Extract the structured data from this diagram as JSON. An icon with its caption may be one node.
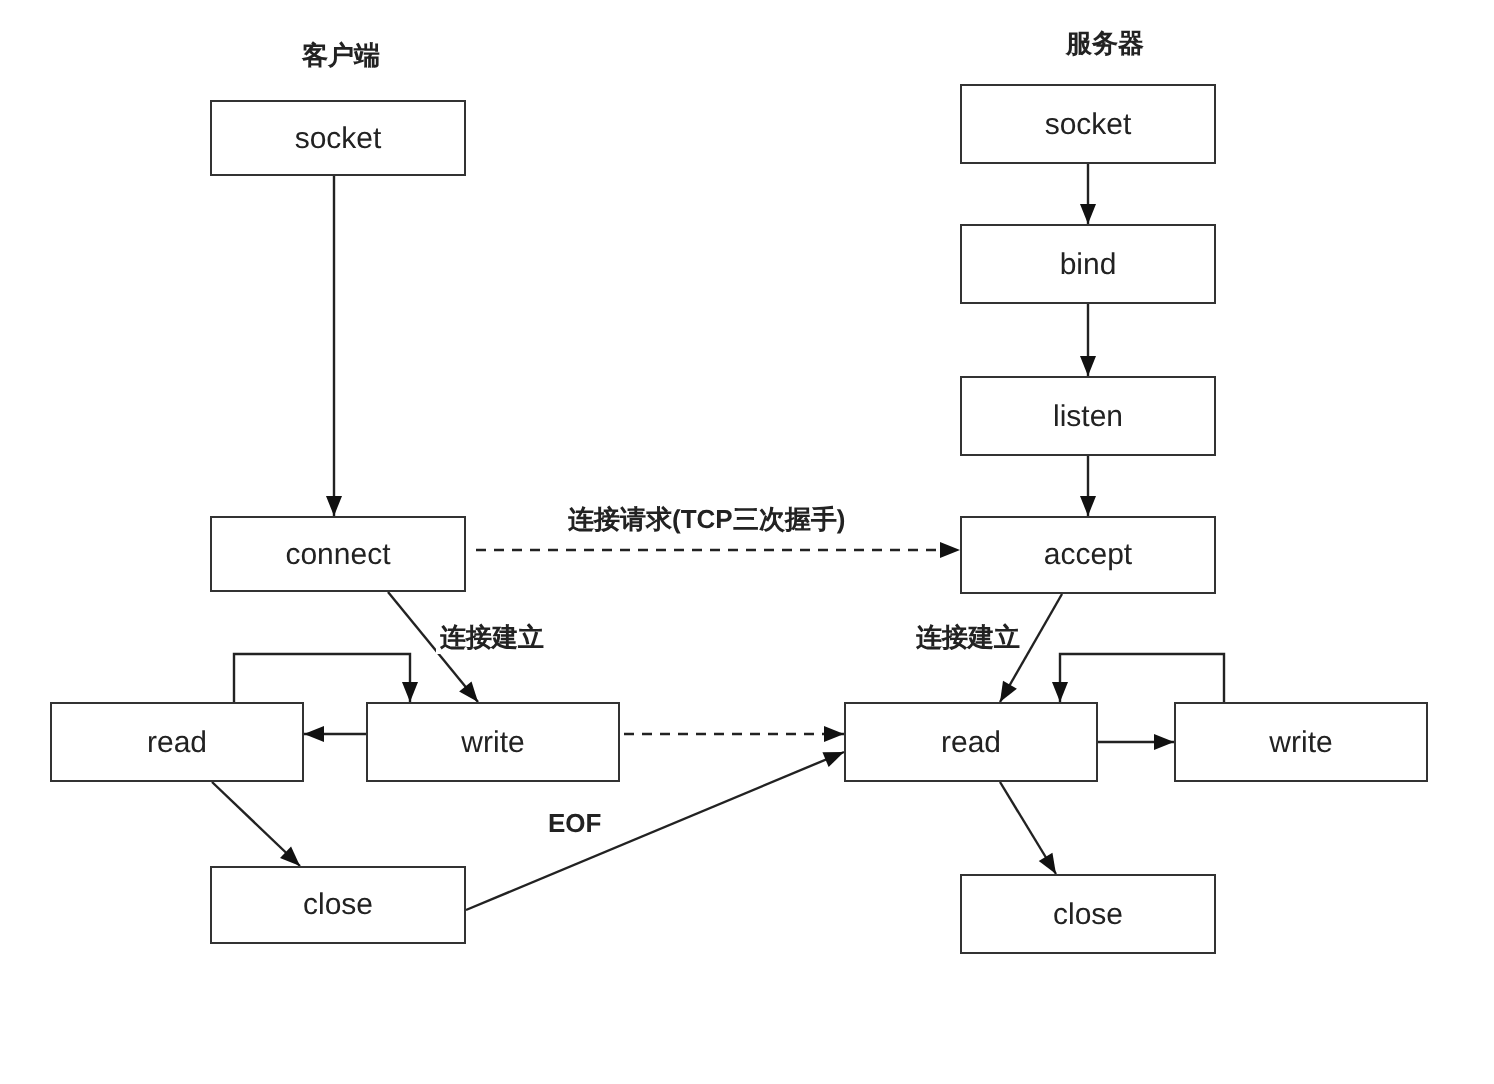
{
  "diagram": {
    "nodes": [
      {
        "text": [
          "socket"
        ]
      },
      {
        "text": [
          "connect"
        ]
      },
      {
        "text": [
          "read"
        ]
      },
      {
        "text": [
          "write"
        ]
      },
      {
        "text": [
          "close"
        ]
      },
      {
        "text": [
          "socket"
        ]
      },
      {
        "text": [
          "bind"
        ]
      },
      {
        "text": [
          "listen"
        ]
      },
      {
        "text": [
          "accept"
        ]
      },
      {
        "text": [
          "read"
        ]
      },
      {
        "text": [
          "write"
        ]
      },
      {
        "text": [
          "close"
        ]
      }
    ],
    "edges": [
      {
        "from": 0,
        "to": 1,
        "arrow": "to"
      },
      {
        "from": 1,
        "to": 3,
        "arrow": "to",
        "label": "连接建立"
      },
      {
        "from": 3,
        "to": 2,
        "arrow": "to"
      },
      {
        "from": 2,
        "to": 3,
        "arrow": "to"
      },
      {
        "from": 2,
        "to": 4,
        "arrow": "to"
      },
      {
        "from": 1,
        "to": 8,
        "arrow": "to",
        "style": "dashed",
        "label": "连接请求(TCP三次握手)"
      },
      {
        "from": 3,
        "to": 9,
        "arrow": "to",
        "style": "dashed"
      },
      {
        "from": 4,
        "to": 9,
        "arrow": "to",
        "label": "EOF"
      },
      {
        "from": 5,
        "to": 6,
        "arrow": "to"
      },
      {
        "from": 6,
        "to": 7,
        "arrow": "to"
      },
      {
        "from": 7,
        "to": 8,
        "arrow": "to"
      },
      {
        "from": 8,
        "to": 9,
        "arrow": "to",
        "label": "连接建立"
      },
      {
        "from": 9,
        "to": 10,
        "arrow": "to"
      },
      {
        "from": 10,
        "to": 9,
        "arrow": "to"
      },
      {
        "from": 9,
        "to": 11,
        "arrow": "to"
      }
    ],
    "labels": [
      "客户端",
      "服务器"
    ]
  }
}
